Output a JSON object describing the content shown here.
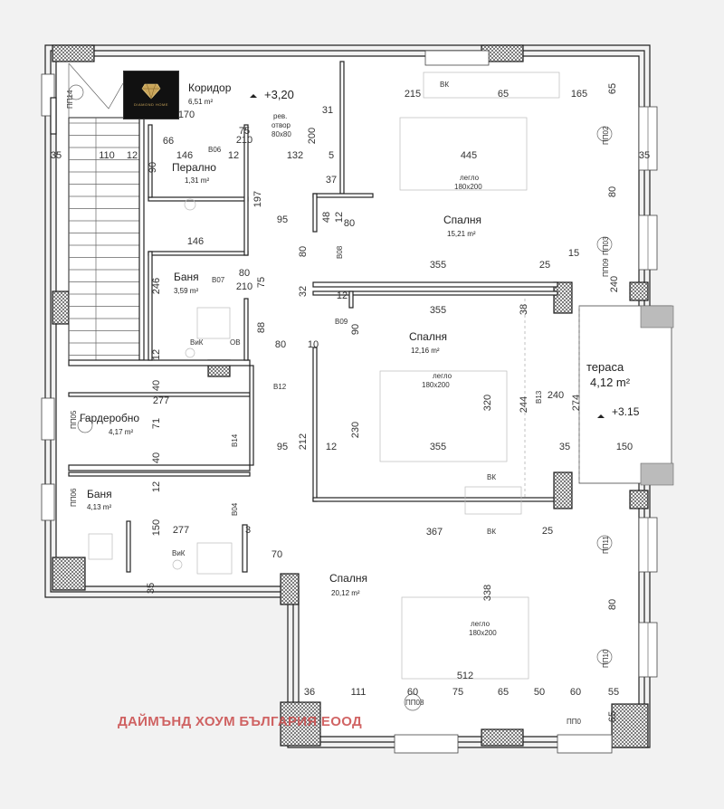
{
  "brand": {
    "logo_text": "DIAMOND HOME",
    "watermark": "ДАЙМЪНД ХОУМ БЪЛГАРИЯ ЕООД"
  },
  "levels": {
    "main": "+3,20",
    "terrace": "+3.15"
  },
  "rooms": [
    {
      "name": "Коридор",
      "area": "6,51 m²"
    },
    {
      "name": "Перално",
      "area": "1,31 m²"
    },
    {
      "name": "Баня",
      "area": "3,59 m²"
    },
    {
      "name": "Гардеробно",
      "area": "4,17 m²"
    },
    {
      "name": "Баня",
      "area": "4,13 m²"
    },
    {
      "name": "Спалня",
      "area": "15,21 m²"
    },
    {
      "name": "Спалня",
      "area": "12,16 m²"
    },
    {
      "name": "Спалня",
      "area": "20,12 m²"
    },
    {
      "name": "тераса",
      "area": "4,12 m²"
    }
  ],
  "notes": {
    "opening_1": "рев.",
    "opening_2": "отвор",
    "opening_3": "80х80",
    "bed_label": "легло",
    "bed_size": "180х200",
    "wardrobe": "ВК",
    "wc": "ВиК",
    "shower": "ОВ"
  },
  "door_tags": [
    "В06",
    "В07",
    "В08",
    "В09",
    "В12",
    "В13",
    "В14",
    "В04"
  ],
  "window_tags": [
    "ПП14",
    "ПП02",
    "ПП03",
    "ПП05",
    "ПП06",
    "ПП08",
    "ПП0",
    "ПП11",
    "ПП10",
    "ПП09"
  ],
  "dimensions": [
    "170",
    "35",
    "110",
    "12",
    "66",
    "146",
    "12",
    "90",
    "197",
    "132",
    "200",
    "31",
    "5",
    "37",
    "215",
    "65",
    "165",
    "65",
    "445",
    "80",
    "35",
    "95",
    "48",
    "12",
    "80",
    "146",
    "80",
    "15",
    "246",
    "75",
    "32",
    "355",
    "25",
    "12",
    "355",
    "38",
    "88",
    "80",
    "10",
    "90",
    "12",
    "40",
    "277",
    "71",
    "40",
    "230",
    "320",
    "244",
    "274",
    "12",
    "95",
    "212",
    "12",
    "355",
    "35",
    "150",
    "150",
    "277",
    "3",
    "70",
    "367",
    "25",
    "338",
    "80",
    "35",
    "36",
    "111",
    "60",
    "75",
    "65",
    "50",
    "60",
    "55",
    "512",
    "65",
    "75",
    "210",
    "80",
    "210",
    "240",
    "240"
  ]
}
